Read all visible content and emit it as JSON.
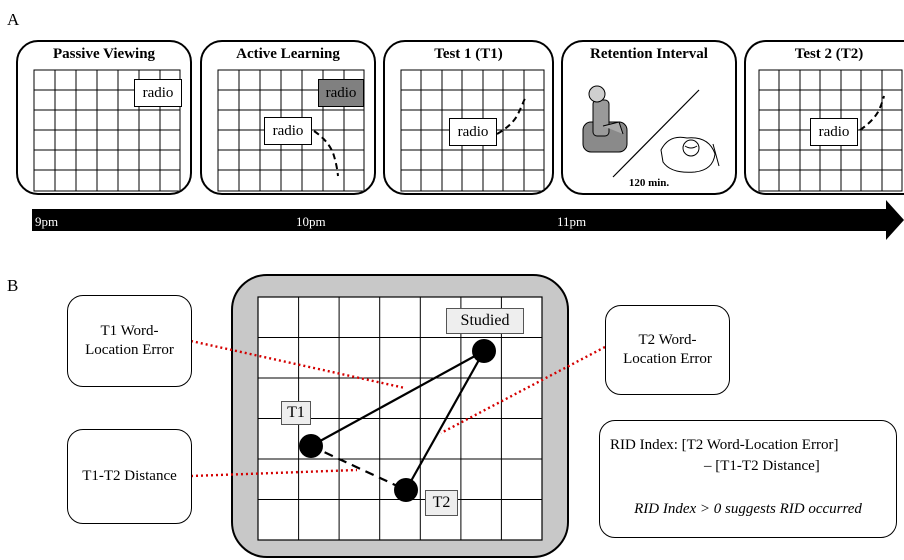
{
  "panel_a": {
    "letter": "A",
    "stages": [
      {
        "title": "Passive Viewing",
        "word": "radio"
      },
      {
        "title": "Active Learning",
        "word_studied": "radio",
        "word_response": "radio"
      },
      {
        "title": "Test 1 (T1)",
        "word": "radio"
      },
      {
        "title": "Retention Interval",
        "duration": "120 min."
      },
      {
        "title": "Test 2 (T2)",
        "word": "radio"
      }
    ],
    "timeline": {
      "labels": [
        "9pm",
        "10pm",
        "11pm"
      ]
    }
  },
  "panel_b": {
    "letter": "B",
    "grid_tags": {
      "studied": "Studied",
      "t1": "T1",
      "t2": "T2"
    },
    "callouts": {
      "t1_error": "T1 Word-Location Error",
      "t2_error": "T2 Word-Location Error",
      "distance": "T1-T2 Distance"
    },
    "rid_box": {
      "line1": "RID Index:   [T2 Word-Location Error]",
      "line2": "– [T1-T2 Distance]",
      "line3": "RID Index > 0 suggests RID occurred"
    }
  },
  "colors": {
    "dotted_leader": "#d40000",
    "timeline": "#000000",
    "cell_highlight": "#808080",
    "panel_b_frame": "#c8c8c8"
  }
}
